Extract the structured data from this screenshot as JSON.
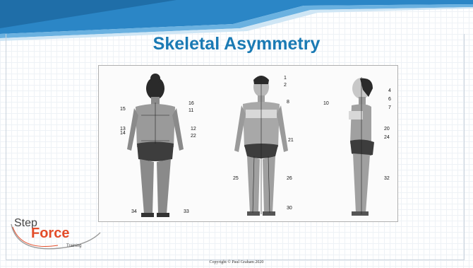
{
  "slide": {
    "title": "Skeletal Asymmetry",
    "copyright": "Copyright © Paul Graham 2020"
  },
  "logo": {
    "step": "Step",
    "force": "Force",
    "training": "Training",
    "accent_color": "#e34d2a"
  },
  "theme": {
    "title_color": "#1a7ab4",
    "banner_color": "#1f7fbf"
  },
  "photo": {
    "back_view_markers": [
      "15",
      "16",
      "11",
      "13",
      "14",
      "12",
      "22",
      "34",
      "33"
    ],
    "front_view_markers": [
      "1",
      "2",
      "8",
      "21",
      "25",
      "26",
      "30"
    ],
    "side_view_markers": [
      "4",
      "6",
      "10",
      "7",
      "20",
      "24",
      "32"
    ]
  }
}
